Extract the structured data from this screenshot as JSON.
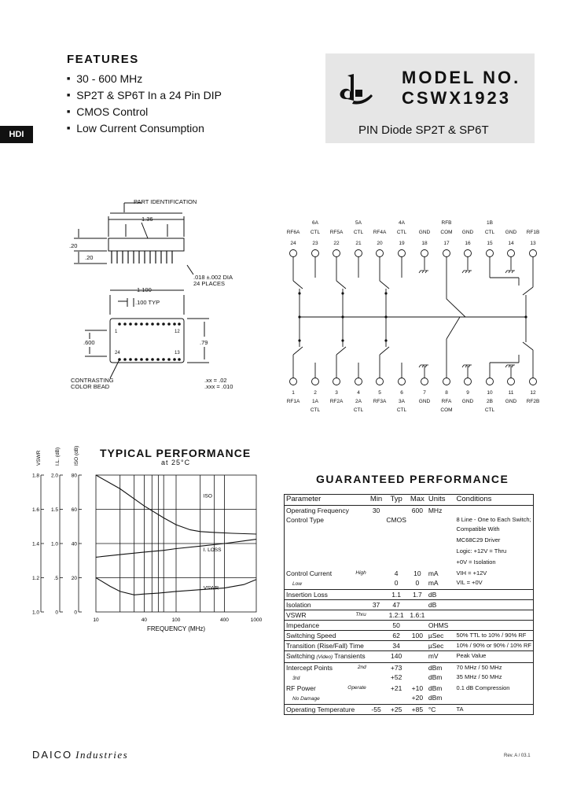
{
  "features": {
    "title": "FEATURES",
    "items": [
      "30 - 600 MHz",
      "SP2T & SP6T In a 24 Pin DIP",
      "CMOS Control",
      "Low Current Consumption"
    ]
  },
  "tab": {
    "label": "HDI"
  },
  "model": {
    "line1": "MODEL NO.",
    "line2": "CSWX1923",
    "subtitle": "PIN Diode SP2T & SP6T"
  },
  "outline": {
    "part_id": "PART IDENTIFICATION",
    "dim_136": "1.36",
    "dim_20a": ".20",
    "dim_20b": ".20",
    "pin_note1": ".018 ±.002 DIA",
    "pin_note2": "24 PLACES",
    "dim_1100": "1.100",
    "dim_100typ": ".100 TYP",
    "dim_600": ".600",
    "dim_79": ".79",
    "pin1": "1",
    "pin12": "12",
    "pin24": "24",
    "pin13": "13",
    "bead1": "CONTRASTING",
    "bead2": "COLOR BEAD",
    "tol1": ".xx = .02",
    "tol2": ".xxx = .010"
  },
  "schematic": {
    "top_pins": [
      {
        "group": "",
        "label": "RF6A",
        "label2": "",
        "num": "24"
      },
      {
        "group": "6A",
        "label": "CTL",
        "label2": "",
        "num": "23"
      },
      {
        "group": "",
        "label": "RF5A",
        "label2": "",
        "num": "22"
      },
      {
        "group": "5A",
        "label": "CTL",
        "label2": "",
        "num": "21"
      },
      {
        "group": "",
        "label": "RF4A",
        "label2": "",
        "num": "20"
      },
      {
        "group": "4A",
        "label": "CTL",
        "label2": "",
        "num": "19"
      },
      {
        "group": "",
        "label": "GND",
        "label2": "",
        "num": "18"
      },
      {
        "group": "RFB",
        "label": "COM",
        "label2": "",
        "num": "17"
      },
      {
        "group": "",
        "label": "GND",
        "label2": "",
        "num": "16"
      },
      {
        "group": "1B",
        "label": "CTL",
        "label2": "",
        "num": "15"
      },
      {
        "group": "",
        "label": "GND",
        "label2": "",
        "num": "14"
      },
      {
        "group": "",
        "label": "RF1B",
        "label2": "",
        "num": "13"
      }
    ],
    "bottom_pins": [
      {
        "num": "1",
        "label": "RF1A",
        "label2": ""
      },
      {
        "num": "2",
        "label": "1A",
        "label2": "CTL"
      },
      {
        "num": "3",
        "label": "RF2A",
        "label2": ""
      },
      {
        "num": "4",
        "label": "2A",
        "label2": "CTL"
      },
      {
        "num": "5",
        "label": "RF3A",
        "label2": ""
      },
      {
        "num": "6",
        "label": "3A",
        "label2": "CTL"
      },
      {
        "num": "7",
        "label": "GND",
        "label2": ""
      },
      {
        "num": "8",
        "label": "RFA",
        "label2": "COM"
      },
      {
        "num": "9",
        "label": "GND",
        "label2": ""
      },
      {
        "num": "10",
        "label": "2B",
        "label2": "CTL"
      },
      {
        "num": "11",
        "label": "GND",
        "label2": ""
      },
      {
        "num": "12",
        "label": "RF2B",
        "label2": ""
      }
    ]
  },
  "chart_data": {
    "type": "line",
    "title": "TYPICAL PERFORMANCE",
    "subtitle": "at 25°C",
    "xlabel": "FREQUENCY (MHz)",
    "x_scale": "log",
    "xlim": [
      10,
      1000
    ],
    "x_ticks": [
      "10",
      "40",
      "100",
      "400",
      "1000"
    ],
    "y_axes": [
      {
        "label": "VSWR",
        "ticks": [
          "1.8",
          "1.6",
          "1.4",
          "1.2",
          "1.0"
        ]
      },
      {
        "label": "I.L. (dB)",
        "ticks": [
          "2.0",
          "1.5",
          "1.0",
          ".5",
          "0"
        ]
      },
      {
        "label": "ISO (dB)",
        "ticks": [
          "80",
          "60",
          "40",
          "20",
          "0"
        ]
      }
    ],
    "ylim": [
      0,
      80
    ],
    "grid": true,
    "series": [
      {
        "name": "ISO",
        "x": [
          10,
          20,
          40,
          70,
          100,
          150,
          200,
          300,
          500,
          1000
        ],
        "y": [
          80,
          72,
          62,
          55,
          51,
          48,
          47,
          46.5,
          46,
          45.5
        ]
      },
      {
        "name": "I. LOSS",
        "x": [
          10,
          20,
          40,
          70,
          100,
          200,
          400,
          700,
          1000
        ],
        "y": [
          32,
          33.5,
          35,
          36,
          37,
          38.5,
          40,
          41.5,
          42.5
        ]
      },
      {
        "name": "VSWR",
        "x": [
          10,
          15,
          20,
          30,
          40,
          60,
          100,
          200,
          400,
          700,
          1000
        ],
        "y": [
          20,
          15,
          12,
          10,
          10.5,
          11,
          12,
          13,
          14,
          16,
          19
        ]
      }
    ]
  },
  "guaranteed": {
    "title": "GUARANTEED PERFORMANCE",
    "headers": {
      "param": "Parameter",
      "min": "Min",
      "typ": "Typ",
      "max": "Max",
      "units": "Units",
      "cond": "Conditions"
    },
    "rows": [
      {
        "param": "Operating Frequency",
        "qual": "",
        "min": "30",
        "typ": "",
        "max": "600",
        "units": "MHz",
        "cond": "",
        "sep": false
      },
      {
        "param": "Control Type",
        "qual": "",
        "min": "",
        "typ": "CMOS",
        "max": "",
        "units": "",
        "cond": "8 Line - One to Each Switch;",
        "sep": false
      },
      {
        "param": "",
        "qual": "",
        "min": "",
        "typ": "",
        "max": "",
        "units": "",
        "cond": "Compatible With",
        "sep": false
      },
      {
        "param": "",
        "qual": "",
        "min": "",
        "typ": "",
        "max": "",
        "units": "",
        "cond": "MC68C29 Driver",
        "sep": false
      },
      {
        "param": "",
        "qual": "",
        "min": "",
        "typ": "",
        "max": "",
        "units": "",
        "cond": "Logic: +12V = Thru",
        "sep": false
      },
      {
        "param": "",
        "qual": "",
        "min": "",
        "typ": "",
        "max": "",
        "units": "",
        "cond": "+0V = Isolation",
        "sep": false
      },
      {
        "param": "Control Current",
        "qual": "High",
        "min": "",
        "typ": "4",
        "max": "10",
        "units": "mA",
        "cond": "VIH = +12V",
        "sep": false
      },
      {
        "param": "",
        "qual": "Low",
        "min": "",
        "typ": "0",
        "max": "0",
        "units": "mA",
        "cond": "VIL = +0V",
        "sep": false
      },
      {
        "param": "Insertion Loss",
        "qual": "",
        "min": "",
        "typ": "1.1",
        "max": "1.7",
        "units": "dB",
        "cond": "",
        "sep": true
      },
      {
        "param": "Isolation",
        "qual": "",
        "min": "37",
        "typ": "47",
        "max": "",
        "units": "dB",
        "cond": "",
        "sep": true
      },
      {
        "param": "VSWR",
        "qual": "Thru",
        "min": "",
        "typ": "1.2:1",
        "max": "1.6:1",
        "units": "",
        "cond": "",
        "sep": true
      },
      {
        "param": "Impedance",
        "qual": "",
        "min": "",
        "typ": "50",
        "max": "",
        "units": "OHMS",
        "cond": "",
        "sep": true
      },
      {
        "param": "Switching Speed",
        "qual": "",
        "min": "",
        "typ": "62",
        "max": "100",
        "units": "µSec",
        "cond": "50% TTL to 10% / 90% RF",
        "sep": true
      },
      {
        "param": "Transition (Rise/Fall) Time",
        "qual": "",
        "min": "",
        "typ": "34",
        "max": "",
        "units": "µSec",
        "cond": "10% / 90% or 90% / 10% RF",
        "sep": true
      },
      {
        "param": "Switching",
        "qual": "(Video)",
        "param2": "Transients",
        "min": "",
        "typ": "140",
        "max": "",
        "units": "mV",
        "cond": "Peak Value",
        "sep": true
      },
      {
        "param": "Intercept Points",
        "qual": "2nd",
        "min": "",
        "typ": "+73",
        "max": "",
        "units": "dBm",
        "cond": "70 MHz / 50 MHz",
        "sep": true
      },
      {
        "param": "",
        "qual": "3rd",
        "min": "",
        "typ": "+52",
        "max": "",
        "units": "dBm",
        "cond": "35 MHz / 50 MHz",
        "sep": false
      },
      {
        "param": "RF Power",
        "qual": "Operate",
        "min": "",
        "typ": "+21",
        "max": "+10",
        "units": "dBm",
        "cond": "0.1 dB Compression",
        "sep": false
      },
      {
        "param": "",
        "qual": "No Damage",
        "min": "",
        "typ": "",
        "max": "+20",
        "units": "dBm",
        "cond": "",
        "sep": false
      },
      {
        "param": "Operating Temperature",
        "qual": "",
        "min": "-55",
        "typ": "+25",
        "max": "+85",
        "units": "°C",
        "cond": "TA",
        "sep": true
      }
    ]
  },
  "footer": {
    "company": "DAICO",
    "industries": "Industries",
    "rev": "Rev. A / 03.1"
  }
}
